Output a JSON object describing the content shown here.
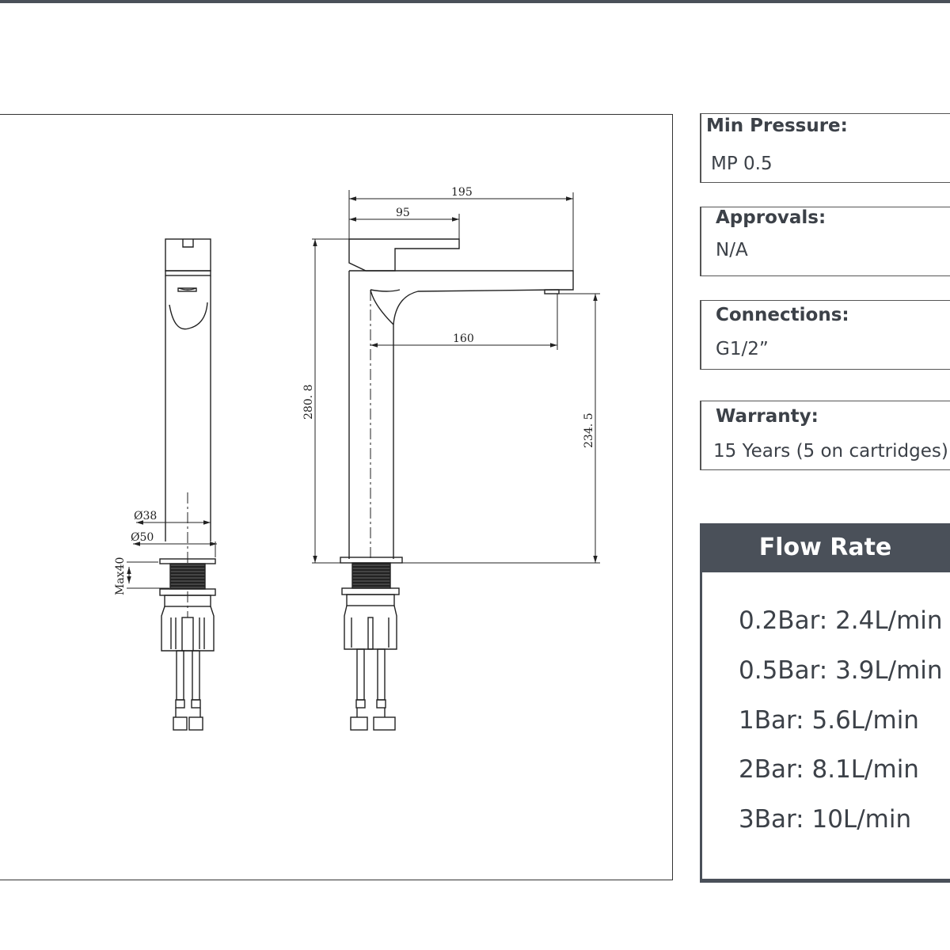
{
  "drawing": {
    "dimensions": {
      "overall_length": "195",
      "lever_length": "95",
      "spout_reach": "160",
      "total_height": "280. 8",
      "spout_height": "234. 5",
      "body_diameter": "Ø38",
      "base_diameter": "Ø50",
      "max_deck": "Max40"
    }
  },
  "specs": {
    "min_pressure": {
      "label": "Min Pressure:",
      "value": "MP 0.5"
    },
    "approvals": {
      "label": "Approvals:",
      "value": "N/A"
    },
    "connections": {
      "label": "Connections:",
      "value": "G1/2”"
    },
    "warranty": {
      "label": "Warranty:",
      "value": "15 Years (5 on cartridges)"
    }
  },
  "flow_rate": {
    "title": "Flow Rate",
    "rows": [
      "0.2Bar: 2.4L/min",
      "0.5Bar: 3.9L/min",
      "1Bar: 5.6L/min",
      "2Bar: 8.1L/min",
      "3Bar: 10L/min"
    ]
  }
}
